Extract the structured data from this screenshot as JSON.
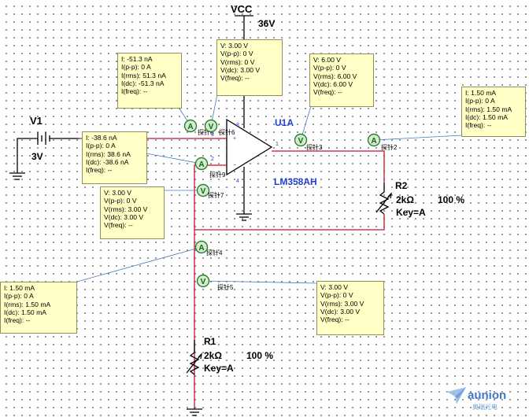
{
  "components": {
    "vcc": {
      "label": "VCC",
      "value": "36V"
    },
    "v1": {
      "label": "V1",
      "value": "3V"
    },
    "u1a": {
      "label": "U1A",
      "part": "LM358AH",
      "pin_plus": "+",
      "pin_minus": "−",
      "pin1": "1",
      "pin2": "2",
      "pin3": "3",
      "pin4": "4",
      "pin8": "8"
    },
    "r1": {
      "label": "R1",
      "value": "2kΩ",
      "key": "Key=A",
      "percent": "100 %"
    },
    "r2": {
      "label": "R2",
      "value": "2kΩ",
      "key": "Key=A",
      "percent": "100 %"
    }
  },
  "probes": {
    "p2": {
      "name": "探针2",
      "symbol": "A"
    },
    "p3": {
      "name": "探针3",
      "symbol": "V"
    },
    "p4": {
      "name": "探针4",
      "symbol": "A"
    },
    "p5": {
      "name": "探针5",
      "symbol": "V"
    },
    "p6": {
      "name": "探针6",
      "symbol": "V"
    },
    "p7": {
      "name": "探针7",
      "symbol": "V"
    },
    "p8": {
      "name": "探针8",
      "symbol": "A"
    },
    "p9": {
      "name": "探针9",
      "symbol": "A"
    }
  },
  "readouts": {
    "p8": [
      "I: -51.3 nA",
      "I(p-p): 0 A",
      "I(rms): 51.3 nA",
      "I(dc): -51.3 nA",
      "I(freq): --"
    ],
    "p6": [
      "V: 3.00 V",
      "V(p-p): 0 V",
      "V(rms): 0 V",
      "V(dc): 3.00 V",
      "V(freq): --"
    ],
    "p3": [
      "V: 6.00 V",
      "V(p-p): 0 V",
      "V(rms): 6.00 V",
      "V(dc): 6.00 V",
      "V(freq): --"
    ],
    "p2": [
      "I: 1.50 mA",
      "I(p-p): 0 A",
      "I(rms): 1.50 mA",
      "I(dc): 1.50 mA",
      "I(freq): --"
    ],
    "p9": [
      "I: -38.6 nA",
      "I(p-p): 0 A",
      "I(rms): 38.6 nA",
      "I(dc): -38.6 nA",
      "I(freq): --"
    ],
    "p7": [
      "V: 3.00 V",
      "V(p-p): 0 V",
      "V(rms): 3.00 V",
      "V(dc): 3.00 V",
      "V(freq): --"
    ],
    "p4": [
      "I: 1.50 mA",
      "I(p-p): 0 A",
      "I(rms): 1.50 mA",
      "I(dc): 1.50 mA",
      "I(freq): --"
    ],
    "p5": [
      "V: 3.00 V",
      "V(p-p): 0 V",
      "V(rms): 3.00 V",
      "V(dc): 3.00 V",
      "V(freq): --"
    ]
  },
  "watermark": {
    "brand": "aunion",
    "sub": "奥瑞光电"
  },
  "colors": {
    "wire": "#c8102e",
    "probe": "#2e7d32",
    "label": "#1f3fcf",
    "readout_bg": "#ffffc6"
  }
}
